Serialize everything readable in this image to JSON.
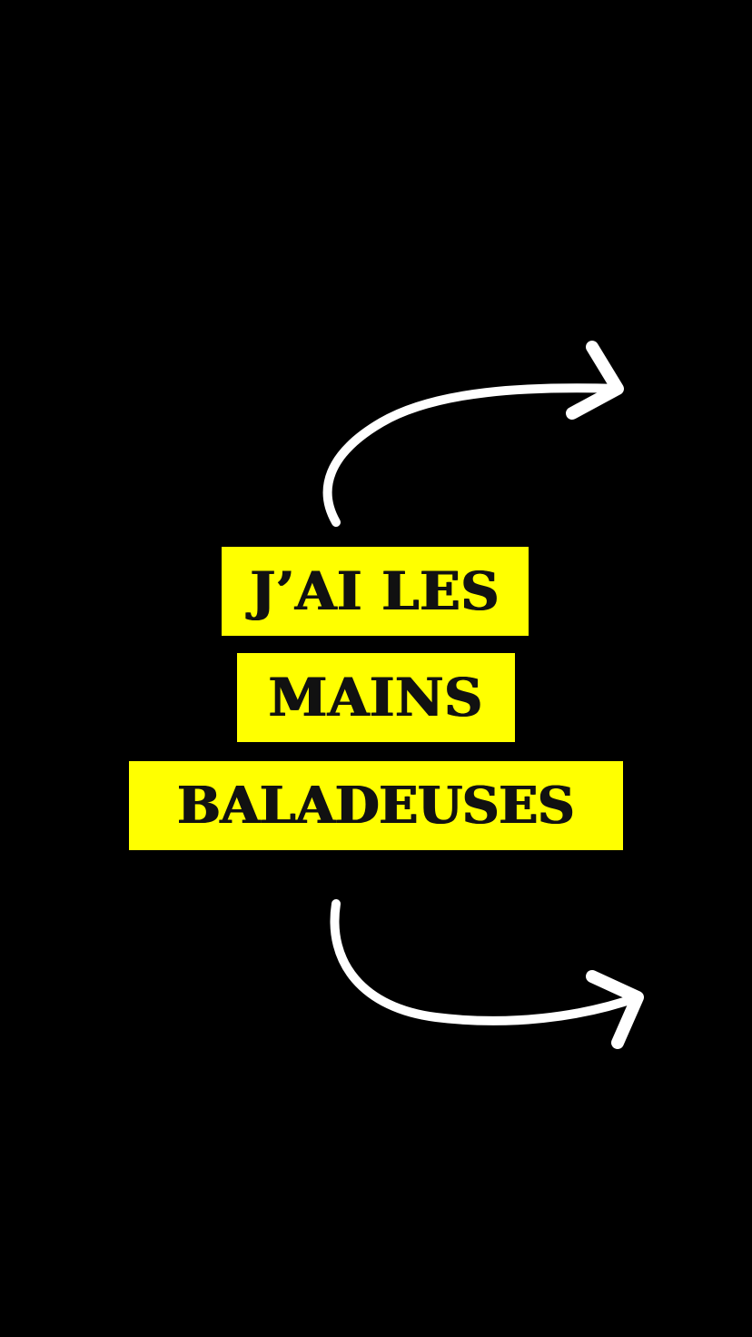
{
  "caption": {
    "line1": "J’AI LES",
    "line2": "MAINS",
    "line3": "BALADEUSES"
  },
  "colors": {
    "background": "#000000",
    "highlight": "#ffff00",
    "text": "#111111",
    "arrow": "#ffffff"
  },
  "icons": {
    "top_arrow": "curved-arrow-right-up",
    "bottom_arrow": "curved-arrow-right-down"
  }
}
